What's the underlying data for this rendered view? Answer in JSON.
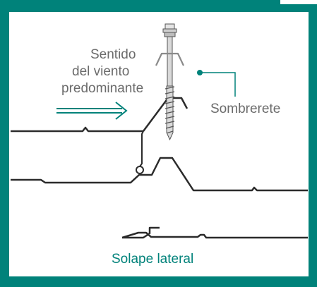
{
  "labels": {
    "wind_direction": [
      "Sentido",
      "del viento",
      "predominante"
    ],
    "cap": "Sombrerete",
    "side_overlap": "Solape lateral"
  },
  "colors": {
    "frame": "#00827a",
    "accent": "#00827a",
    "line": "#2b2b2b",
    "label_text": "#6b6b6b",
    "cap": "#8a8a8a",
    "screw_fill": "#d9d9d9",
    "screw_edge": "#555555"
  },
  "icons": {
    "wind_arrow": "double-arrow-right",
    "leader_dot": "dot"
  }
}
